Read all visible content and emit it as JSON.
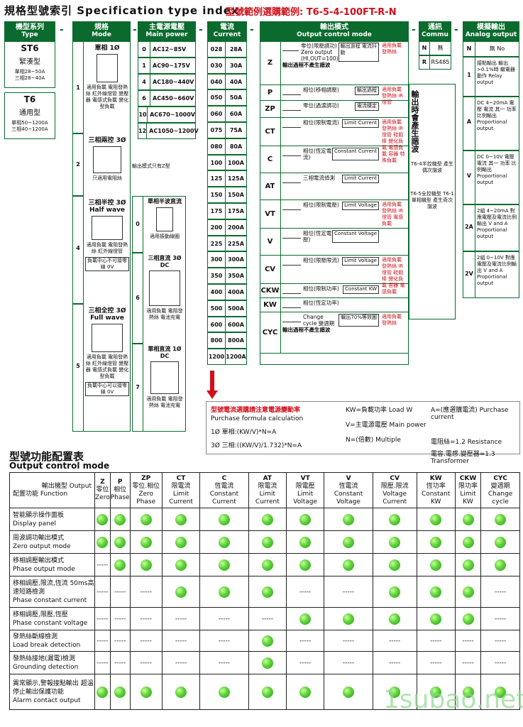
{
  "header": {
    "title": "規格型號索引 Specification type index",
    "example": "型號範例選購範例: T6-5-4-100FT-R-N"
  },
  "columns": {
    "type": {
      "zh": "機型系列",
      "en": "Type"
    },
    "mode": {
      "zh": "規格",
      "en": "Mode"
    },
    "power": {
      "zh": "主電源電壓",
      "en": "Main power"
    },
    "current": {
      "zh": "電流",
      "en": "Current"
    },
    "output": {
      "zh": "輸出模式",
      "en": "Output control mode"
    },
    "commu": {
      "zh": "通訊",
      "en": "Commu"
    },
    "analog": {
      "zh": "模擬輸出",
      "en": "Analog output"
    }
  },
  "types": [
    {
      "code": "ST6",
      "name": "緊湊型",
      "l1": "單相28~50A",
      "l2": "三相28~40A"
    },
    {
      "code": "T6",
      "name": "通用型",
      "l1": "單相50~1200A",
      "l2": "三相40~1200A"
    }
  ],
  "modes": [
    {
      "code": "1",
      "title": "單相 1Ø",
      "desc": "適用負載 電阻發熱絲 紅外線燈管 變壓器 電感式負載 變化型負載"
    },
    {
      "code": "2",
      "title": "三相兩控 3Ø",
      "desc": "只適用電阻絲",
      "note": "輸出模式只有Z型"
    },
    {
      "code": "4",
      "title": "三相半控 3Ø Half wave",
      "desc": "適用負載 電阻發熱絲 紅外線燈管",
      "note": "負載中心不可接零線 0V"
    },
    {
      "code": "5",
      "title": "三相全控 3Ø Full wave",
      "desc": "適用負載 電阻發熱絲 紅外線燈管 變壓器 電感式負載 變化型負載",
      "note": "負載中心可以接零線 0V"
    }
  ],
  "dc_modes": [
    {
      "code": "0",
      "title": "單相半波直流",
      "desc": "適用振動線圈"
    },
    {
      "code": "6",
      "title": "三相直流 3Ø DC",
      "desc": "適用負載 電阻發熱絲 電池充電"
    },
    {
      "code": "7",
      "title": "單相直流 1Ø DC",
      "desc": "適用負載 電阻發熱絲 電池充電"
    }
  ],
  "power": [
    {
      "code": "0",
      "value": "AC12~85V"
    },
    {
      "code": "1",
      "value": "AC90~175V"
    },
    {
      "code": "4",
      "value": "AC180~440V"
    },
    {
      "code": "6",
      "value": "AC450~660V"
    },
    {
      "code": "10",
      "value": "AC670~1000V"
    },
    {
      "code": "12",
      "value": "AC1050~1200V"
    }
  ],
  "current": [
    {
      "code": "028",
      "value": "28A"
    },
    {
      "code": "030",
      "value": "30A"
    },
    {
      "code": "040",
      "value": "40A"
    },
    {
      "code": "050",
      "value": "50A"
    },
    {
      "code": "060",
      "value": "60A"
    },
    {
      "code": "075",
      "value": "75A"
    },
    {
      "code": "080",
      "value": "80A"
    },
    {
      "code": "100",
      "value": "100A"
    },
    {
      "code": "125",
      "value": "125A"
    },
    {
      "code": "150",
      "value": "150A"
    },
    {
      "code": "175",
      "value": "175A"
    },
    {
      "code": "200",
      "value": "200A"
    },
    {
      "code": "225",
      "value": "225A"
    },
    {
      "code": "300",
      "value": "300A"
    },
    {
      "code": "350",
      "value": "350A"
    },
    {
      "code": "400",
      "value": "400A"
    },
    {
      "code": "500",
      "value": "500A"
    },
    {
      "code": "600",
      "value": "600A"
    },
    {
      "code": "800",
      "value": "800A"
    },
    {
      "code": "1200",
      "value": "1200A"
    }
  ],
  "outputs": [
    {
      "code": "Z",
      "text": "零位(限壓調功) Zero output (HI,OUT=100)",
      "right": "輸出過程 電流抖動",
      "load": "適用負載 發熱絲",
      "bottom": "輸出過程不產生諧波"
    },
    {
      "code": "P",
      "text": "相位(移相調壓)",
      "right": "輸出過程",
      "load": "適用負載 發熱絲 IR燈管"
    },
    {
      "code": "ZP",
      "text": "零位(過渡調功)",
      "right": "電流穩定"
    },
    {
      "code": "CT",
      "text": "相位(限制電流)",
      "right": "Limit Current",
      "load": "適用負載 發熱絲 IR燈管 硅鉬棒 變化負載 電感負載 容器 特殊負載"
    },
    {
      "code": "C",
      "text": "相位(恆定電流)",
      "right": "Constant Current"
    },
    {
      "code": "AT",
      "text": "三相電流偵測",
      "right": "Limit Current"
    },
    {
      "code": "VT",
      "text": "相位(限制電壓)",
      "right": "Limit Voltage",
      "load": "適用負載 發熱絲 IR燈管 電感負載"
    },
    {
      "code": "V",
      "text": "相位(恆定電壓)",
      "right": "Constant Voltage"
    },
    {
      "code": "CV",
      "text": "相位(限壓限流)",
      "right": "Limit Voltage",
      "load": "適用負載 發熱絲 IR燈管 硅鉬棒 變化負載 容器 電感負載"
    },
    {
      "code": "CKW",
      "text": "相位(限制功率)",
      "right": "Constant KW"
    },
    {
      "code": "KW",
      "text": "相位(恆定功率)"
    },
    {
      "code": "CYC",
      "text": "Change cycle 變週期",
      "right": "輸出70%等效圖",
      "load": "適用負載 發熱絲",
      "bottom": "輸出過程不產生諧波"
    }
  ],
  "harmonic_note": {
    "title": "輸出時會產生諧波",
    "n1": "T6-4半控機型 產生偶次諧波",
    "n2": "T6-5全控機型 T6-1單相機型 產生奇次諧波"
  },
  "commu": [
    {
      "code": "N",
      "value": "無"
    },
    {
      "code": "R",
      "value": "RS485"
    }
  ],
  "analog": [
    {
      "code": "N",
      "value": "無 No"
    },
    {
      "code": "1",
      "value": "接點輸出 輸出>0.1%時 繼電器動作 Relay output"
    },
    {
      "code": "A",
      "value": "DC 4~20mA 電壓 電流 其一 功率 比例輸出 Proportional output"
    },
    {
      "code": "V",
      "value": "DC 0~10V 電壓 電流 其一 功率 比例輸出 Proportional output"
    },
    {
      "code": "2A",
      "value": "2組 4~20mA 對應電壓及電流比例輸出 V and A Proportional output"
    },
    {
      "code": "2V",
      "value": "2組 0~10V 對應電壓及電流比例輸出 V and A Proportional output"
    }
  ],
  "formula": {
    "title": "型號電流選購請注意電源變動率",
    "en": "Purchase formula calculation",
    "f1": "1Ø 單相:(KW/V)*N=A",
    "f3": "3Ø 三相:((KW/V)/1.732)*N=A",
    "kw": "KW=負載功率 Load W",
    "v": "V=主電源電壓 Main power",
    "n": "N=(倍數) Multiple",
    "a": "A=(應選購電流) Purchase current",
    "r": "電阻絲=1.2 Resistance",
    "t": "電容.電感.變壓器=1.3 Transformer"
  },
  "function_table": {
    "title": "型號功能配置表",
    "subtitle": "Output control mode",
    "corner_top": "輸出機型 Output",
    "corner_bottom": "配置功能 Function",
    "cols": [
      {
        "code": "Z",
        "zh": "零位",
        "en": "Zero"
      },
      {
        "code": "P",
        "zh": "相位",
        "en": "Phase"
      },
      {
        "code": "ZP",
        "zh": "零位.相位",
        "en": "Zero Phase"
      },
      {
        "code": "CT",
        "zh": "限電流",
        "en": "Limit Current"
      },
      {
        "code": "C",
        "zh": "恆電流",
        "en": "Constant Current"
      },
      {
        "code": "AT",
        "zh": "限電流",
        "en": "Limit Current"
      },
      {
        "code": "VT",
        "zh": "限電壓",
        "en": "Limit Voltage"
      },
      {
        "code": "V",
        "zh": "恆電流",
        "en": "Constant Voltage"
      },
      {
        "code": "CV",
        "zh": "限壓.限流",
        "en": "Voltage Current"
      },
      {
        "code": "KW",
        "zh": "恆功率",
        "en": "Constant KW"
      },
      {
        "code": "CKW",
        "zh": "限功率",
        "en": "Limit KW"
      },
      {
        "code": "CYC",
        "zh": "變週期",
        "en": "Change cycle"
      }
    ],
    "rows": [
      {
        "zh": "智能顯示操作面板",
        "en": "Display panel",
        "marks": [
          1,
          1,
          1,
          1,
          1,
          1,
          1,
          1,
          1,
          1,
          1,
          1
        ]
      },
      {
        "zh": "周波調功輸出模式",
        "en": "Zero output mode",
        "marks": [
          1,
          1,
          1,
          1,
          1,
          1,
          1,
          1,
          1,
          1,
          1,
          1
        ]
      },
      {
        "zh": "移相調壓輸出模式",
        "en": "Phase output mode",
        "marks": [
          0,
          1,
          1,
          1,
          1,
          1,
          1,
          1,
          1,
          1,
          1,
          1
        ]
      },
      {
        "zh": "移相調壓,限流,恆流 50ms高速短路檢測",
        "en": "Phase constant current",
        "marks": [
          0,
          0,
          0,
          1,
          1,
          1,
          0,
          0,
          1,
          1,
          1,
          0
        ]
      },
      {
        "zh": "移相調壓,限壓,恆壓",
        "en": "Phase constant voltage",
        "marks": [
          0,
          0,
          0,
          0,
          0,
          0,
          1,
          1,
          1,
          1,
          1,
          0
        ]
      },
      {
        "zh": "發熱絲斷線檢測",
        "en": "Load break detection",
        "marks": [
          0,
          0,
          0,
          0,
          0,
          1,
          0,
          0,
          0,
          0,
          0,
          0
        ]
      },
      {
        "zh": "發熱絲接地(漏電)檢測",
        "en": "Grounding detection",
        "marks": [
          0,
          0,
          0,
          0,
          0,
          1,
          0,
          0,
          0,
          0,
          0,
          0
        ]
      },
      {
        "zh": "異常顯示,警報接點輸出 超溫停止輸出保護功能",
        "en": "Alarm contact output",
        "marks": [
          1,
          1,
          1,
          1,
          1,
          1,
          1,
          1,
          1,
          1,
          1,
          1
        ]
      }
    ],
    "none_mark": "-----"
  },
  "watermark": "1subao.net"
}
